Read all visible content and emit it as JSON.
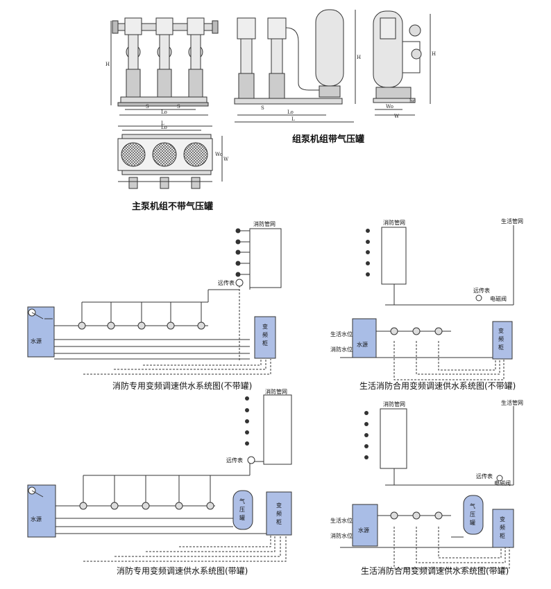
{
  "captions": {
    "main_pump_no_tank": "主泵机组不带气压罐",
    "group_pump_with_tank": "组泵机组带气压罐",
    "fire_only_no_tank": "消防专用变频调速供水系统图(不带罐)",
    "combined_no_tank": "生活消防合用变频调速供水系统图(不带罐)",
    "fire_only_with_tank": "消防专用变频调速供水系统图(带罐)",
    "combined_with_tank": "生活消防合用变频调速供水系统图(带罐)"
  },
  "labels": {
    "fire_network": "消防管网",
    "domestic_network": "生活管网",
    "remote_gauge": "远传表",
    "solenoid_valve": "电磁阀",
    "water_source": "水源",
    "vfd_cabinet_1": "变",
    "vfd_cabinet_2": "频",
    "vfd_cabinet_3": "柜",
    "pressure_tank_1": "气",
    "pressure_tank_2": "压",
    "pressure_tank_3": "罐",
    "domestic_level": "生活水位",
    "fire_level": "消防水位"
  },
  "dimensions": {
    "H": "H",
    "S": "S",
    "Lo": "Lo",
    "L": "L",
    "Wo": "Wo",
    "W": "W",
    "ho": "ho"
  },
  "colors": {
    "line": "#333333",
    "water_fill": "#a9bde6",
    "cabinet_fill": "#aebfe6",
    "pump_body": "#cccccc",
    "dashed": "#333333"
  }
}
